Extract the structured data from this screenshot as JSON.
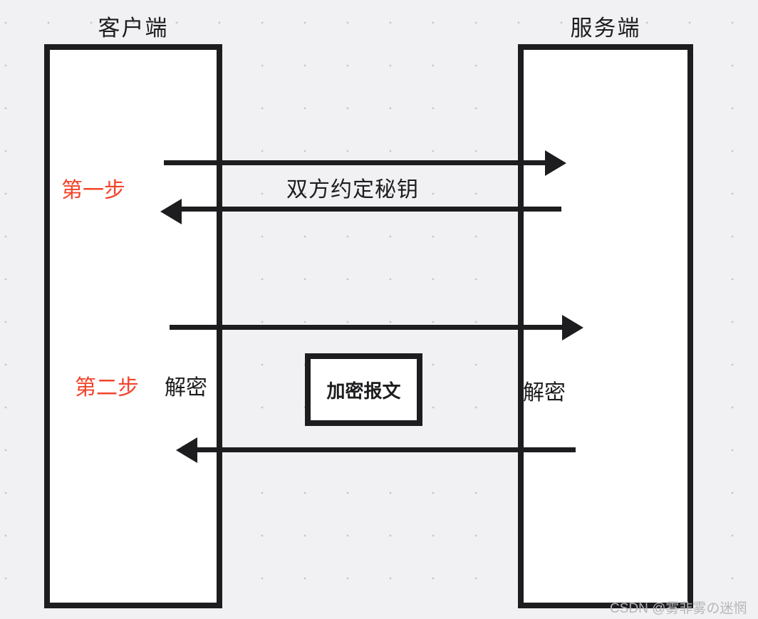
{
  "diagram": {
    "client_title": "客户端",
    "server_title": "服务端",
    "steps": {
      "step1_label": "第一步",
      "step2_label": "第二步"
    },
    "labels": {
      "key_agreement": "双方约定秘钥",
      "decrypt_left": "解密",
      "decrypt_right": "解密",
      "encrypted_message": "加密报文"
    },
    "arrows": [
      {
        "step": 1,
        "direction": "client-to-server"
      },
      {
        "step": 1,
        "direction": "server-to-client"
      },
      {
        "step": 2,
        "direction": "client-to-server"
      },
      {
        "step": 2,
        "direction": "server-to-client"
      }
    ],
    "colors": {
      "step_label_red": "#f4442b",
      "line_black": "#1d1d1f",
      "background": "#f1f1f3",
      "grid_dot": "#c5c6c9",
      "watermark_gray": "#b4b6ba"
    }
  },
  "watermark": {
    "text": "CSDN @雾非雾の迷惘"
  }
}
